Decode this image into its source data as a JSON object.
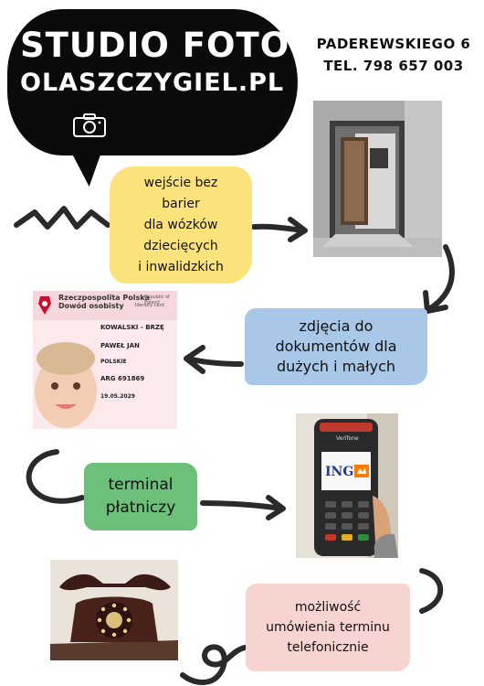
{
  "header": {
    "title": "STUDIO FOTO",
    "url": "OLASZCZYGIEL.PL",
    "address_line1": "PADEREWSKIEGO 6",
    "address_line2": "TEL. 798 657 003"
  },
  "features": {
    "barrier_free": [
      "wejście bez",
      "barier",
      "dla wózków",
      "dziecięcych",
      "i inwalidzkich"
    ],
    "documents": [
      "zdjęcia do",
      "dokumentów dla",
      "dużych i małych"
    ],
    "terminal": [
      "terminal",
      "płatniczy"
    ],
    "phone_booking": [
      "możliwość",
      "umówienia terminu",
      "telefonicznie"
    ]
  },
  "id_card": {
    "country": "Rzeczpospolita Polska",
    "country_en": "Republic of Poland",
    "doc_type": "Dowód osobisty",
    "doc_type_en": "Identity card",
    "surname": "KOWALSKI - BRZĘ",
    "given_name": "PAWEŁ JAN",
    "nationality": "POLSKIE",
    "number": "ARG 691869",
    "expiry": "19.05.2029"
  },
  "payment_terminal": {
    "brand": "Verifone",
    "screen_text": "ING"
  },
  "colors": {
    "yellow_box": "#fbe27a",
    "blue_box": "#a9c8e8",
    "green_box": "#6cc07a",
    "pink_box": "#f7d4d0",
    "bubble": "#0b0b0b"
  }
}
